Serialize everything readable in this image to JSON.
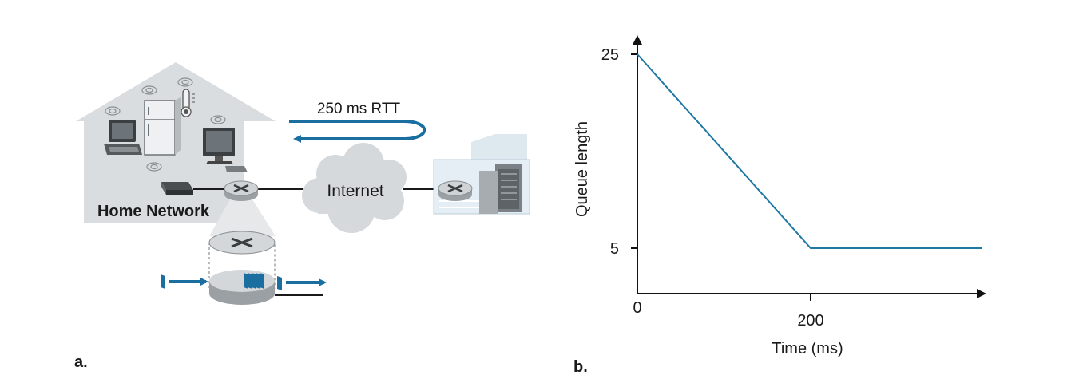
{
  "figure_a": {
    "panel_label": "a.",
    "rtt_label": "250 ms RTT",
    "internet_label": "Internet",
    "home_label": "Home Network"
  },
  "figure_b": {
    "panel_label": "b."
  },
  "chart_data": {
    "type": "line",
    "xlabel": "Time (ms)",
    "ylabel": "Queue length",
    "xlim": [
      0,
      400
    ],
    "ylim": [
      0,
      25
    ],
    "xticks": [
      {
        "value": 0,
        "label": "0"
      },
      {
        "value": 200,
        "label": "200"
      }
    ],
    "yticks": [
      {
        "value": 25,
        "label": "25"
      },
      {
        "value": 5,
        "label": "5"
      }
    ],
    "series": [
      {
        "x": [
          0,
          200,
          400
        ],
        "y": [
          25,
          5,
          5
        ]
      }
    ],
    "grid": false,
    "colors": {
      "line": "#1f77a3"
    }
  },
  "colors": {
    "house": "#d8dcdd",
    "cloud": "#d6dadb",
    "accent_blue": "#1a6fa0",
    "line": "#1a1a1a"
  }
}
